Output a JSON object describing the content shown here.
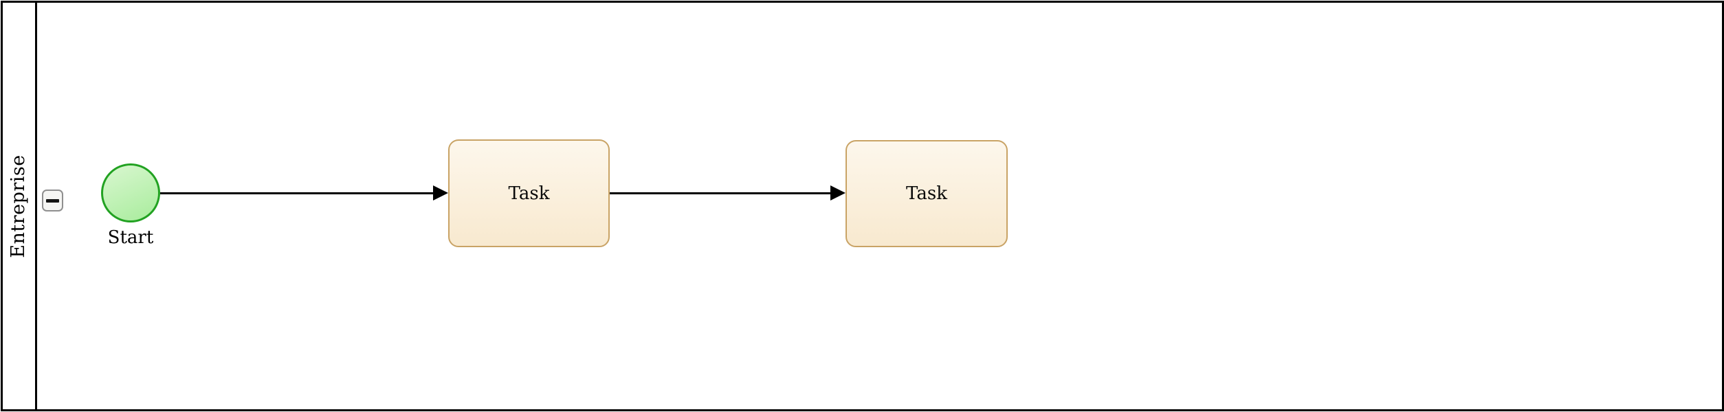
{
  "pool": {
    "label": "Entreprise",
    "collapse_icon": "minus"
  },
  "start_event": {
    "label": "Start"
  },
  "tasks": [
    {
      "label": "Task"
    },
    {
      "label": "Task"
    }
  ],
  "connectors": [
    {
      "from": "start-event",
      "to": "task-1",
      "arrowhead": "filled-triangle-right"
    },
    {
      "from": "task-1",
      "to": "task-2",
      "arrowhead": "filled-triangle-right"
    }
  ],
  "colors": {
    "line": "#000000",
    "pool_border": "#000000",
    "task_border": "#c9a365",
    "task_fill_top": "#fdf7ec",
    "task_fill_bottom": "#f8e9cf",
    "event_border": "#22a222",
    "event_fill_top": "#d9f7d0",
    "event_fill_bottom": "#a8ec9c",
    "collapse_button_border": "#8f8f8f",
    "collapse_button_fill": "#f5f5f3"
  }
}
